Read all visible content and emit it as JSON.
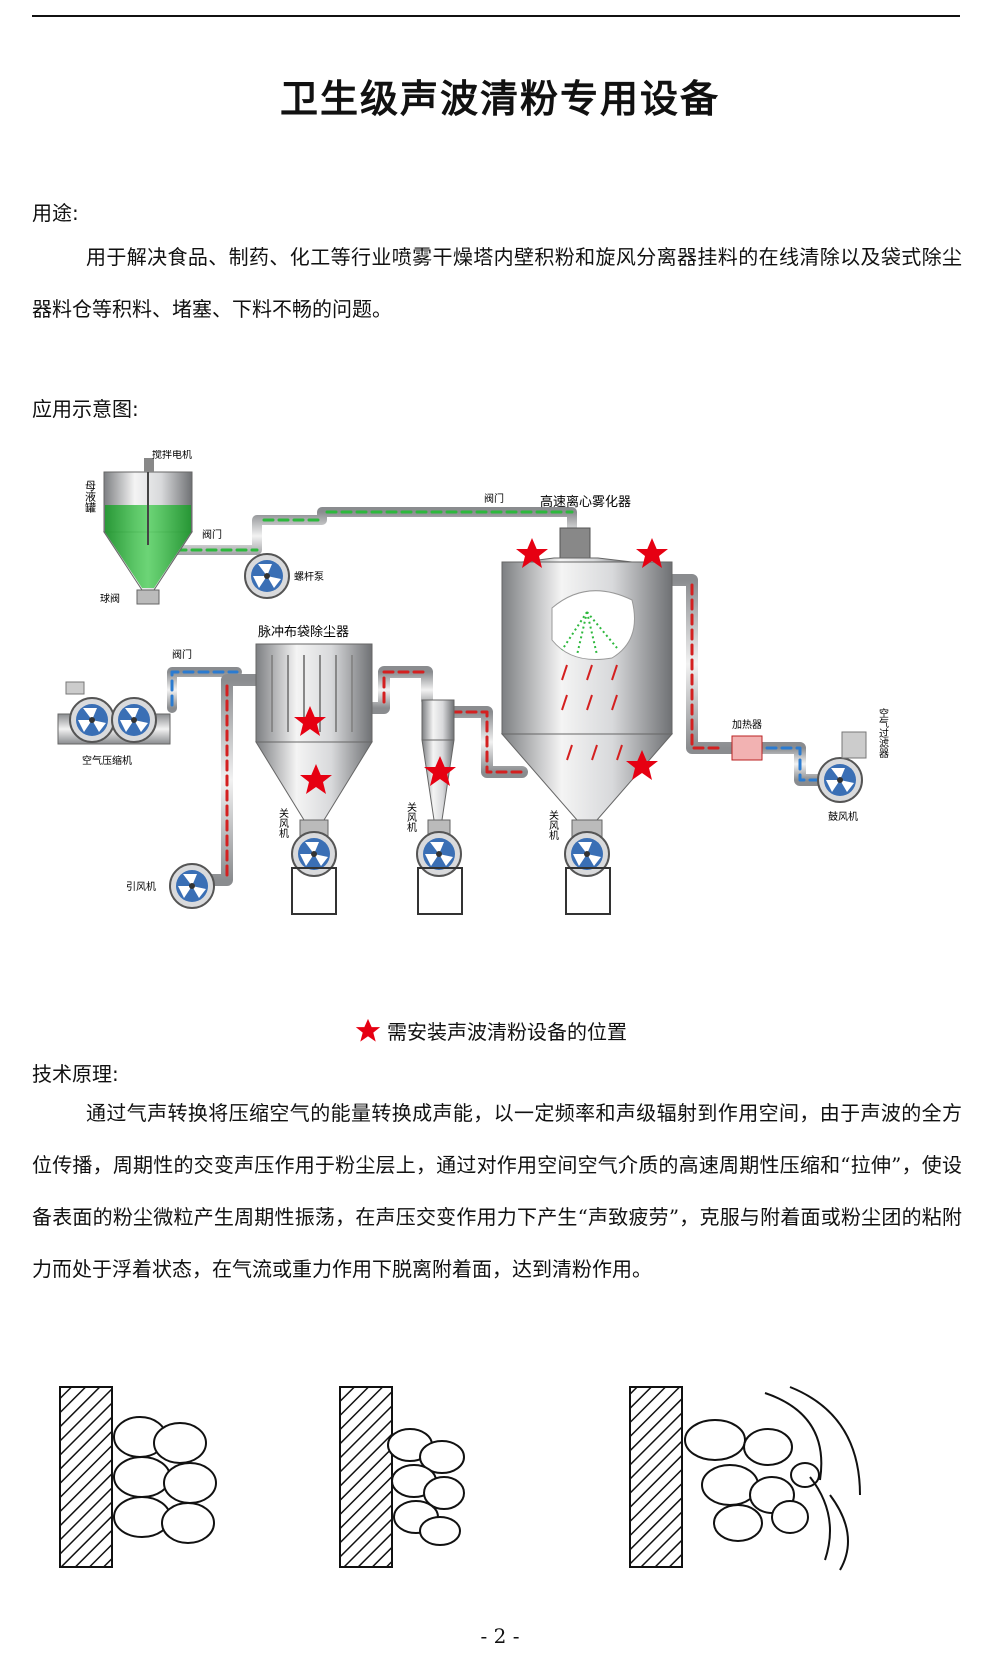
{
  "title": "卫生级声波清粉专用设备",
  "usage": {
    "heading": "用途:",
    "text": "用于解决食品、制药、化工等行业喷雾干燥塔内壁积粉和旋风分离器挂料的在线清除以及袋式除尘器料仓等积料、堵塞、下料不畅的问题。"
  },
  "diagram_section": {
    "heading": "应用示意图:"
  },
  "diagram": {
    "labels": {
      "stirring_motor": "搅拌电机",
      "mother_tank": "母液罐",
      "valve1": "阀门",
      "screw_pump": "螺杆泵",
      "ball_valve": "球阀",
      "valve2": "阀门",
      "atomizer": "高速离心雾化器",
      "pulse_filter": "脉冲布袋除尘器",
      "valve3": "阀门",
      "air_compressor": "空气压缩机",
      "heater": "加热器",
      "air_filter": "空气过滤器",
      "blower": "鼓风机",
      "induced_fan": "引风机",
      "rotary_valve1": "关风机",
      "rotary_valve2": "关风机",
      "rotary_valve3": "关风机"
    },
    "colors": {
      "star": "#e60012",
      "liquid": "#2db83d",
      "hot_dash": "#d42020",
      "cold_dash": "#2b7bd0"
    }
  },
  "legend": {
    "text": "需安装声波清粉设备的位置",
    "icon": "star-icon"
  },
  "principle": {
    "heading": "技术原理:",
    "text": "通过气声转换将压缩空气的能量转换成声能，以一定频率和声级辐射到作用空间，由于声波的全方位传播，周期性的交变声压作用于粉尘层上，通过对作用空间空气介质的高速周期性压缩和“拉伸”，使设备表面的粉尘微粒产生周期性振荡，在声压交变作用力下产生“声致疲劳”，克服与附着面或粉尘团的粘附力而处于浮着状态，在气流或重力作用下脱离附着面，达到清粉作用。"
  },
  "page_number": "- 2 -"
}
